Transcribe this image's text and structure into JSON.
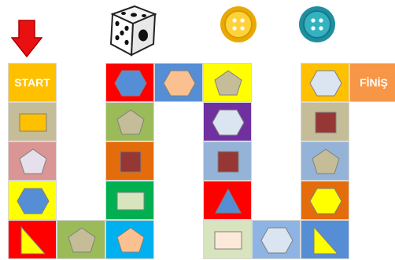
{
  "labels": {
    "start": "START",
    "finish": "FİNİŞ"
  },
  "colors": {
    "red": "#ff0000",
    "orange": "#ffc000",
    "tan": "#c4bd97",
    "pink": "#d99694",
    "yellow": "#ffff00",
    "olive": "#9bbb59",
    "darkorange": "#e46c0a",
    "green": "#00b050",
    "skyblue": "#00b0f0",
    "blue": "#558ed5",
    "purple": "#7030a0",
    "lightblue": "#95b3d7",
    "lightgreen": "#d7e4bd",
    "paleblue": "#8db4e2",
    "peach": "#f79646"
  },
  "icons": {
    "arrow": "down-arrow-icon",
    "die": "dice-icon",
    "button1": "yellow-button-icon",
    "button2": "teal-button-icon"
  },
  "cells": [
    {
      "name": "start-cell",
      "bg": "#ffc000",
      "shape": "label",
      "label_key": "start"
    },
    {
      "name": "cell-col1-row2",
      "bg": "#c4bd97",
      "shape": "rect",
      "fill": "#ffc000"
    },
    {
      "name": "cell-col1-row3",
      "bg": "#d99694",
      "shape": "pentagon",
      "fill": "#e6e0ec"
    },
    {
      "name": "cell-col1-row4",
      "bg": "#ffff00",
      "shape": "hexagon",
      "fill": "#558ed5"
    },
    {
      "name": "cell-col1-row5",
      "bg": "#ff0000",
      "shape": "triangle",
      "fill": "#ffff00"
    },
    {
      "name": "cell-col2-row5",
      "bg": "#9bbb59",
      "shape": "pentagon",
      "fill": "#c4bd97"
    },
    {
      "name": "cell-col3-row5",
      "bg": "#00b0f0",
      "shape": "pentagon",
      "fill": "#fac090"
    },
    {
      "name": "cell-col3-row4",
      "bg": "#00b050",
      "shape": "rect",
      "fill": "#d7e4bd"
    },
    {
      "name": "cell-col3-row3",
      "bg": "#e46c0a",
      "shape": "square",
      "fill": "#953735"
    },
    {
      "name": "cell-col3-row2",
      "bg": "#9bbb59",
      "shape": "pentagon",
      "fill": "#c4bd97"
    },
    {
      "name": "cell-col3-row1",
      "bg": "#ff0000",
      "shape": "hexagon",
      "fill": "#558ed5"
    },
    {
      "name": "cell-col4-row1",
      "bg": "#558ed5",
      "shape": "hexagon",
      "fill": "#fac090"
    },
    {
      "name": "cell-col5-row1",
      "bg": "#ffff00",
      "shape": "pentagon",
      "fill": "#c4bd97"
    },
    {
      "name": "cell-col5-row2",
      "bg": "#7030a0",
      "shape": "hexagon",
      "fill": "#dbe5f1"
    },
    {
      "name": "cell-col5-row3",
      "bg": "#95b3d7",
      "shape": "square",
      "fill": "#953735"
    },
    {
      "name": "cell-col5-row4",
      "bg": "#ff0000",
      "shape": "triangle-up",
      "fill": "#558ed5"
    },
    {
      "name": "cell-col5-row5",
      "bg": "#d7e4bd",
      "shape": "rect",
      "fill": "#fde9d9"
    },
    {
      "name": "cell-col6-row5",
      "bg": "#8db4e2",
      "shape": "hexagon",
      "fill": "#dbe5f1"
    },
    {
      "name": "cell-col7-row5",
      "bg": "#558ed5",
      "shape": "triangle",
      "fill": "#ffff00"
    },
    {
      "name": "cell-col7-row4",
      "bg": "#e46c0a",
      "shape": "hexagon",
      "fill": "#ffff00"
    },
    {
      "name": "cell-col7-row3",
      "bg": "#95b3d7",
      "shape": "pentagon",
      "fill": "#c4bd97"
    },
    {
      "name": "cell-col7-row2",
      "bg": "#c4bd97",
      "shape": "square",
      "fill": "#953735"
    },
    {
      "name": "cell-col7-row1",
      "bg": "#ffc000",
      "shape": "hexagon",
      "fill": "#dbe5f1"
    },
    {
      "name": "finish-cell",
      "bg": "#f79646",
      "shape": "label",
      "label_key": "finish"
    }
  ]
}
